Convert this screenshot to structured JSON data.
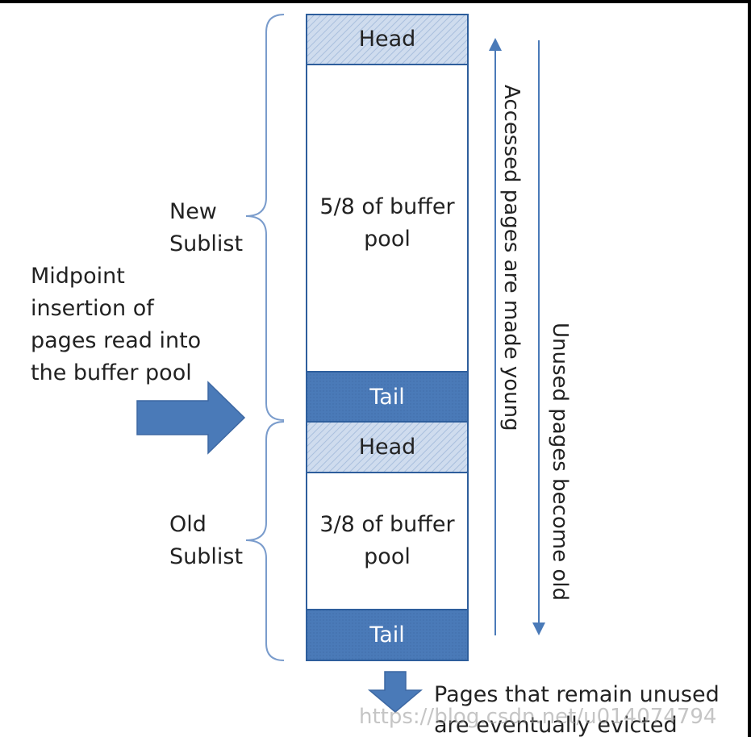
{
  "diagram": {
    "new_sublist": {
      "label": "New\nSublist",
      "head": "Head",
      "body": "5/8 of buffer\npool",
      "tail": "Tail"
    },
    "old_sublist": {
      "label": "Old\nSublist",
      "head": "Head",
      "body": "3/8 of buffer\npool",
      "tail": "Tail"
    },
    "midpoint_label": "Midpoint\ninsertion of\npages read into\nthe buffer pool",
    "accessed_label": "Accessed pages are made young",
    "unused_label": "Unused pages become old",
    "evicted_label": "Pages that remain unused\nare eventually evicted",
    "watermark": "https://blog.csdn.net/u014074794"
  },
  "colors": {
    "blue": "#4a7ab8",
    "head_fill": "#cfdcee",
    "border": "#2e5e9c",
    "brace": "#7a9ccc"
  }
}
